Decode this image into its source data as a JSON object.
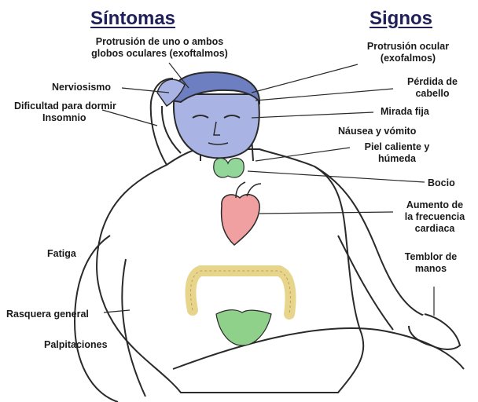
{
  "headings": {
    "symptoms": "Síntomas",
    "signs": "Signos"
  },
  "symptoms": {
    "exophthalmos_1": "Protrusión de uno o ambos",
    "exophthalmos_2": "globos oculares (exoftalmos)",
    "nervousness": "Nerviosismo",
    "insomnia_1": "Dificultad para dormir",
    "insomnia_2": "Insomnio",
    "fatigue": "Fatiga",
    "itching": "Rasquera general",
    "palpitations": "Palpitaciones"
  },
  "signs": {
    "ocular_1": "Protrusión ocular",
    "ocular_2": "(exofalmos)",
    "hair_1": "Pérdida de",
    "hair_2": "cabello",
    "stare": "Mirada fija",
    "nausea": "Náusea y vómito",
    "skin_1": "Piel caliente y",
    "skin_2": "húmeda",
    "goiter": "Bocio",
    "heart_1": "Aumento de",
    "heart_2": "la frecuencia",
    "heart_3": "cardiaca",
    "tremor_1": "Temblor de",
    "tremor_2": "manos"
  },
  "colors": {
    "hair": "#6d7fc0",
    "face": "#aab4e4",
    "thyroid": "#93d69a",
    "heart": "#f0a0a0",
    "colon": "#e8d58c",
    "pelvis": "#8fd08a",
    "outline": "#2a2a2a"
  }
}
